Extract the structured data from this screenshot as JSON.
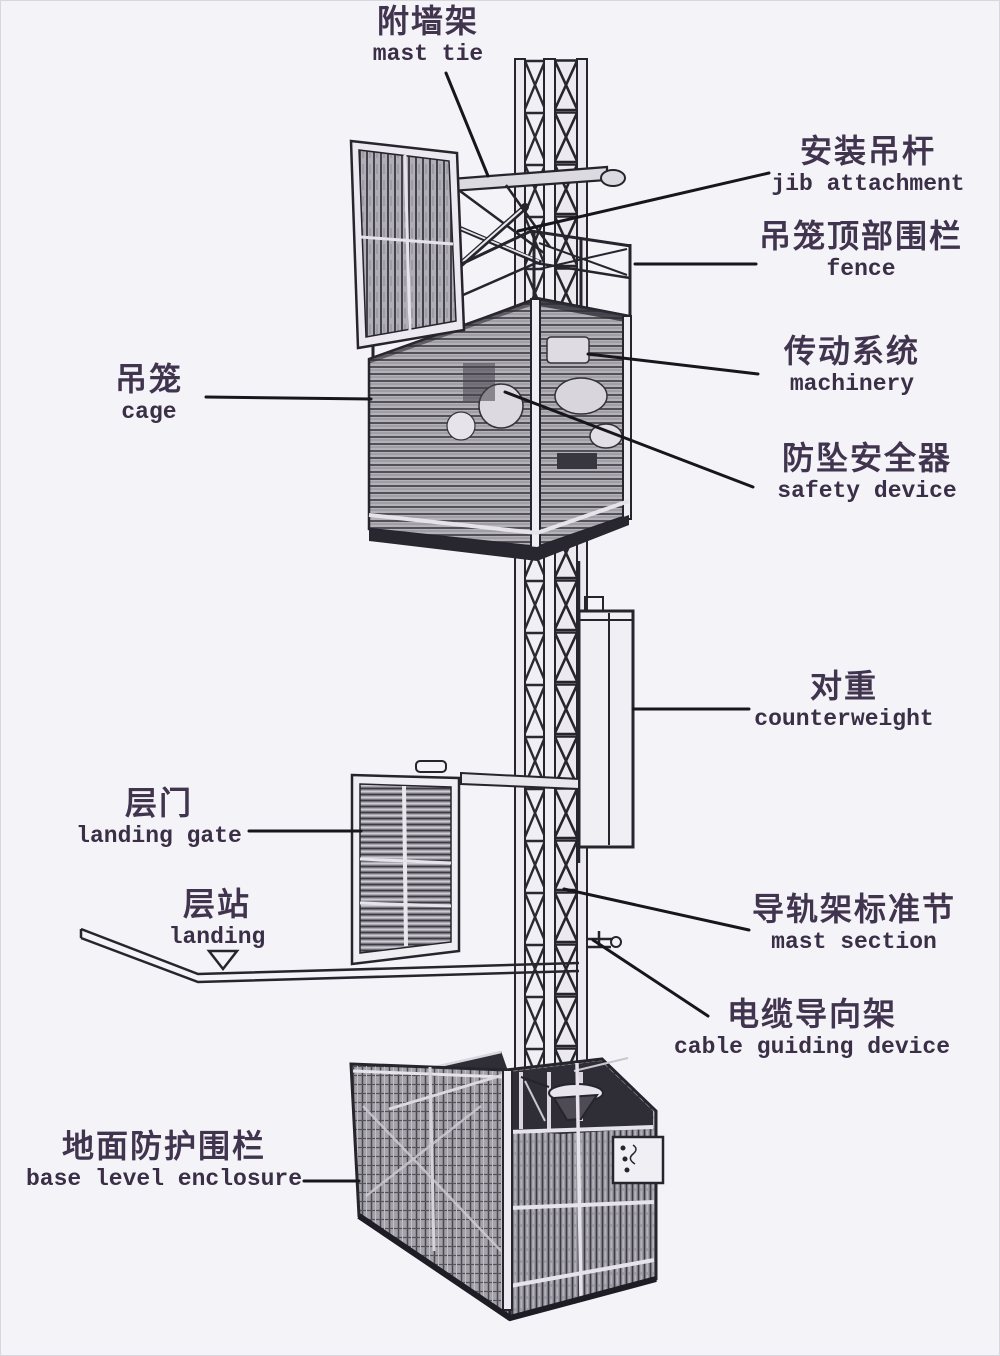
{
  "diagram": {
    "labels": [
      {
        "id": "mast-tie",
        "zh": "附墙架",
        "en": "mast tie"
      },
      {
        "id": "jib-attachment",
        "zh": "安装吊杆",
        "en": "jib attachment"
      },
      {
        "id": "fence",
        "zh": "吊笼顶部围栏",
        "en": "fence"
      },
      {
        "id": "machinery",
        "zh": "传动系统",
        "en": "machinery"
      },
      {
        "id": "safety-device",
        "zh": "防坠安全器",
        "en": "safety device"
      },
      {
        "id": "cage",
        "zh": "吊笼",
        "en": "cage"
      },
      {
        "id": "counterweight",
        "zh": "对重",
        "en": "counterweight"
      },
      {
        "id": "landing-gate",
        "zh": "层门",
        "en": "landing gate"
      },
      {
        "id": "landing",
        "zh": "层站",
        "en": "landing"
      },
      {
        "id": "mast-section",
        "zh": "导轨架标准节",
        "en": "mast section"
      },
      {
        "id": "cable-guiding-device",
        "zh": "电缆导向架",
        "en": "cable guiding device"
      },
      {
        "id": "base-level-enclosure",
        "zh": "地面防护围栏",
        "en": "base level enclosure"
      }
    ],
    "symbols": {
      "level_marker": "▽"
    },
    "colors": {
      "background": "#f4f3f7",
      "ink": "#26242c",
      "text": "#41344f"
    }
  }
}
